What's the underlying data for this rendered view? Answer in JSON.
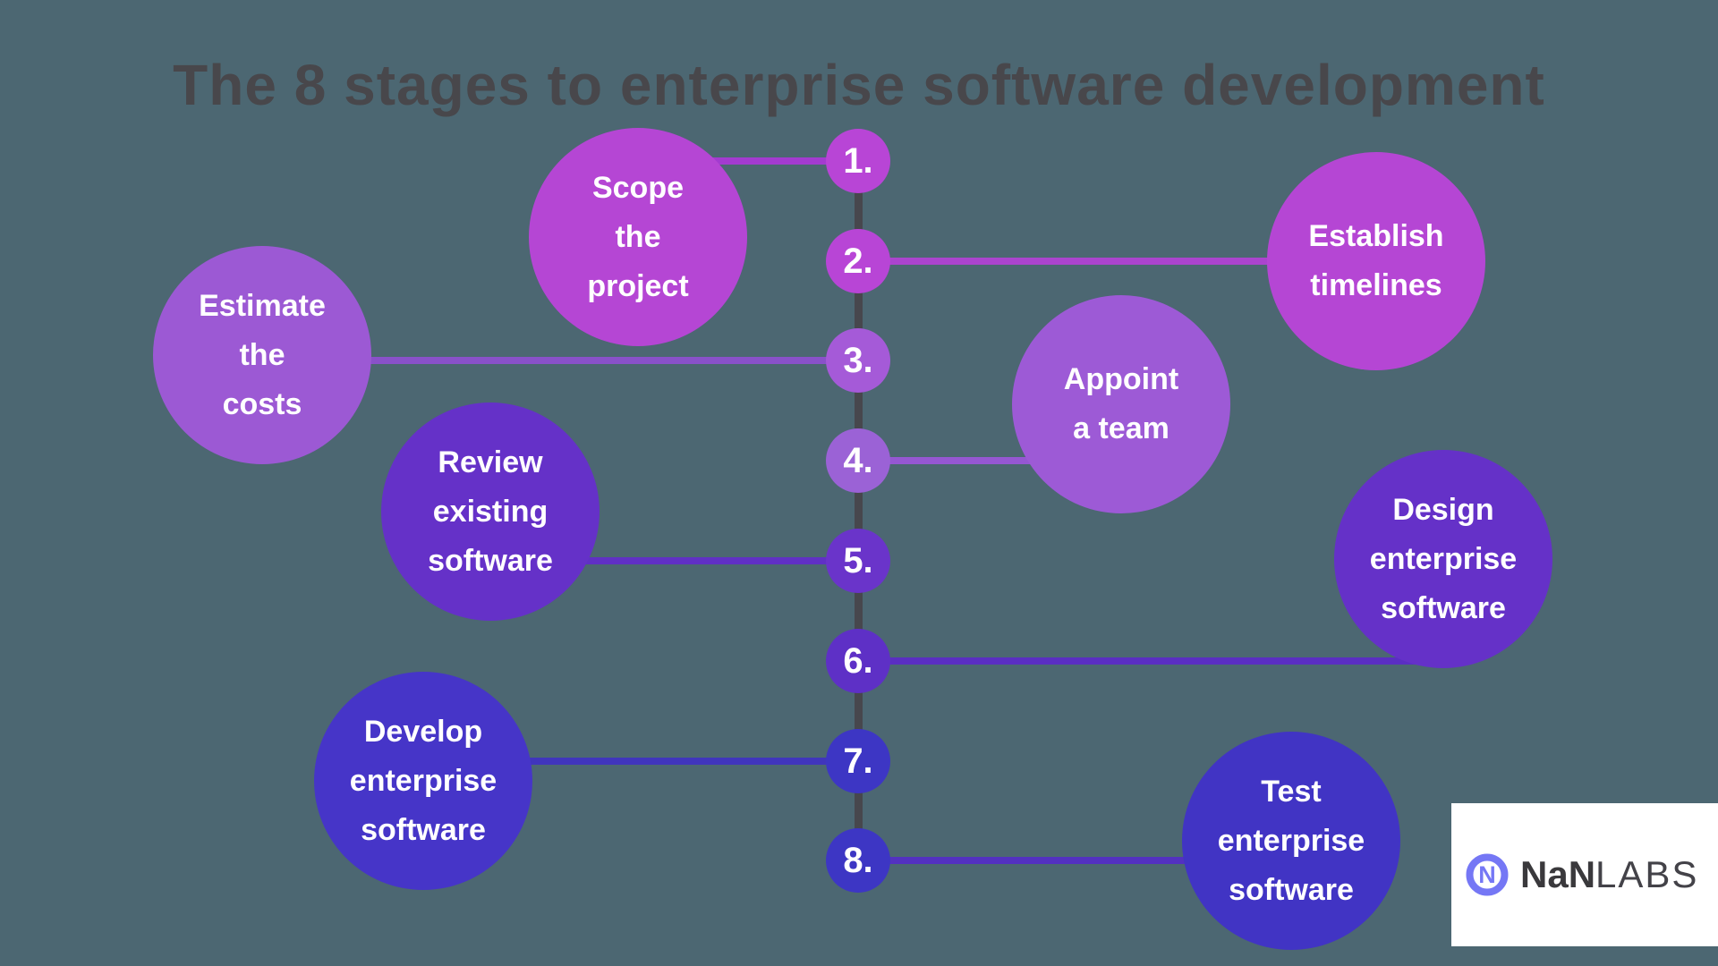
{
  "title": "The 8 stages to enterprise software development",
  "palette": {
    "background": "#4c6772",
    "title_text": "#48474b",
    "timeline_line": "#47474d",
    "magenta": "#b546d4",
    "amethyst": "#9c59d4",
    "violet": "#6531c8",
    "indigo": "#4134c4",
    "circle_text": "#ffffff",
    "logo_blue": "#7577f5",
    "logo_text": "#3a393c"
  },
  "stages": [
    {
      "number": "1.",
      "label": "Scope\nthe\nproject",
      "side": "left",
      "circle_color": "#b546d4",
      "node_color": "#b845d6",
      "line_color": "#a33bd0"
    },
    {
      "number": "2.",
      "label": "Establish\ntimelines",
      "side": "right",
      "circle_color": "#b546d4",
      "node_color": "#b845d6",
      "line_color": "#ab44ce"
    },
    {
      "number": "3.",
      "label": "Estimate\nthe\ncosts",
      "side": "left",
      "circle_color": "#9c59d4",
      "node_color": "#a55ad8",
      "line_color": "#8951c9"
    },
    {
      "number": "4.",
      "label": "Appoint\na team",
      "side": "right",
      "circle_color": "#9d5ad6",
      "node_color": "#9b62d6",
      "line_color": "#9557d2"
    },
    {
      "number": "5.",
      "label": "Review\nexisting\nsoftware",
      "side": "left",
      "circle_color": "#6531c8",
      "node_color": "#6a34ca",
      "line_color": "#6030c5"
    },
    {
      "number": "6.",
      "label": "Design\nenterprise\nsoftware",
      "side": "right",
      "circle_color": "#6531c8",
      "node_color": "#5e30c6",
      "line_color": "#5a2ec2"
    },
    {
      "number": "7.",
      "label": "Develop\nenterprise\nsoftware",
      "side": "left",
      "circle_color": "#4635c8",
      "node_color": "#3d36c4",
      "line_color": "#4035bc"
    },
    {
      "number": "8.",
      "label": "Test\nenterprise\nsoftware",
      "side": "right",
      "circle_color": "#4134c4",
      "node_color": "#3d36c4",
      "line_color": "#5331c0"
    }
  ],
  "logo": {
    "brand_bold": "NaN",
    "brand_light": "LABS",
    "icon": "n-in-circle-icon",
    "icon_letter": "N"
  }
}
